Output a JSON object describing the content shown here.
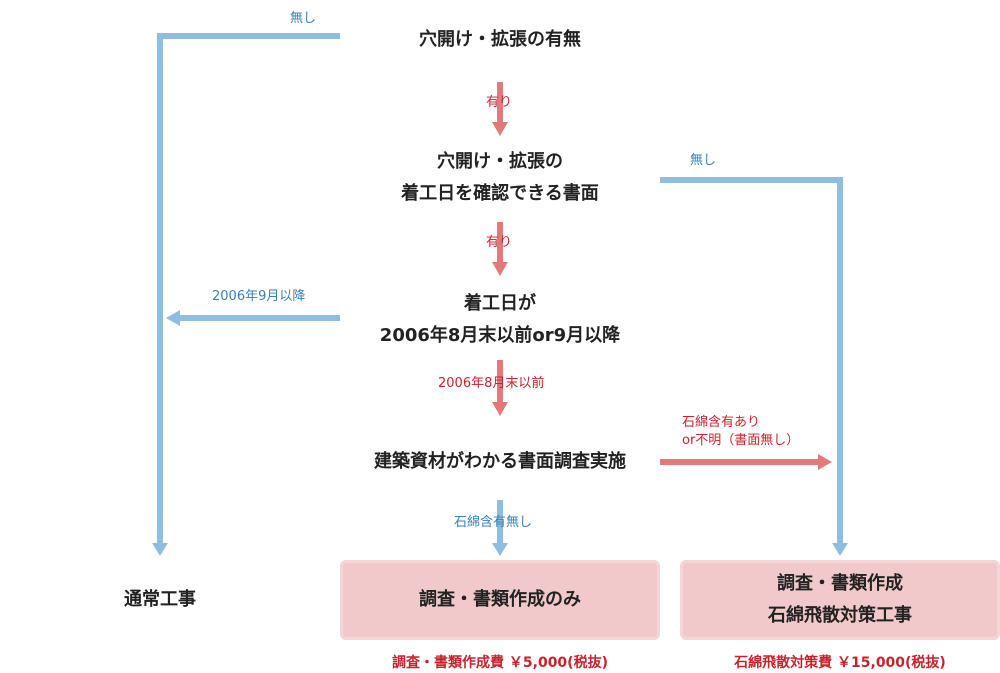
{
  "nodes": {
    "q1": "穴開け・拡張の有無",
    "q2_line1": "穴開け・拡張の",
    "q2_line2": "着工日を確認できる書面",
    "q3_line1": "着工日が",
    "q3_line2": "2006年8月末以前or9月以降",
    "q4": "建築資材がわかる書面調査実施",
    "end_normal": "通常工事",
    "end_survey": "調査・書類作成のみ",
    "end_removal_line1": "調査・書類作成",
    "end_removal_line2": "石綿飛散対策工事"
  },
  "edge_labels": {
    "q1_no": "無し",
    "q1_yes": "有り",
    "q2_no": "無し",
    "q2_yes": "有り",
    "q3_after": "2006年9月以降",
    "q3_before": "2006年8月末以前",
    "q4_yes_line1": "石綿含有あり",
    "q4_yes_line2": "or不明（書面無し）",
    "q4_no": "石綿含有無し"
  },
  "costs": {
    "survey": "調査・書類作成費 ￥5,000(税抜)",
    "removal": "石綿飛散対策費 ￥15,000(税抜)"
  },
  "colors": {
    "blue_line": "#8fbde0",
    "red_line": "#e27a7b",
    "box_fill": "#f2c9ca",
    "box_border": "#f3d6d7"
  }
}
